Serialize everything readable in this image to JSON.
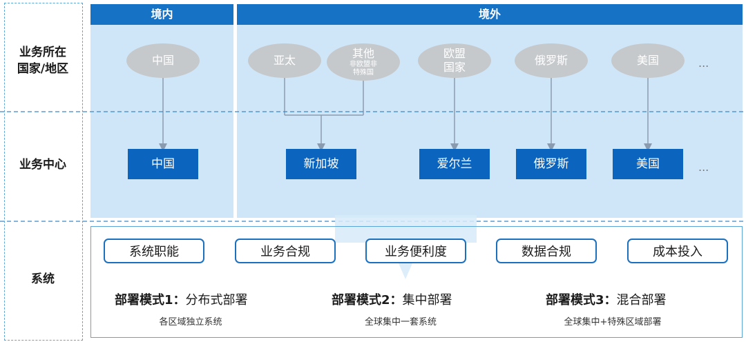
{
  "rows": {
    "country": "业务所在\n国家/地区",
    "center": "业务中心",
    "system": "系统"
  },
  "headers": {
    "domestic": "境内",
    "overseas": "境外"
  },
  "countries": {
    "china": "中国",
    "apac": "亚太",
    "other_title": "其他",
    "other_sub1": "非欧盟非",
    "other_sub2": "特殊国",
    "eu": "欧盟\n国家",
    "russia": "俄罗斯",
    "usa": "美国",
    "more": "..."
  },
  "centers": {
    "china": "中国",
    "singapore": "新加坡",
    "ireland": "爱尔兰",
    "russia": "俄罗斯",
    "usa": "美国",
    "more": "..."
  },
  "factors": [
    "系统职能",
    "业务合规",
    "业务便利度",
    "数据合规",
    "成本投入"
  ],
  "modes": [
    {
      "title": "部署模式1：",
      "name": "分布式部署",
      "desc": "各区域独立系统"
    },
    {
      "title": "部署模式2：",
      "name": "集中部署",
      "desc": "全球集中一套系统"
    },
    {
      "title": "部署模式3：",
      "name": "混合部署",
      "desc": "全球集中+特殊区域部署"
    }
  ],
  "colors": {
    "header": "#1572c4",
    "box": "#0b64bd",
    "panel": "#cfe6f8",
    "ellipse": "#c6c9cc",
    "border": "#1a6fbf"
  }
}
